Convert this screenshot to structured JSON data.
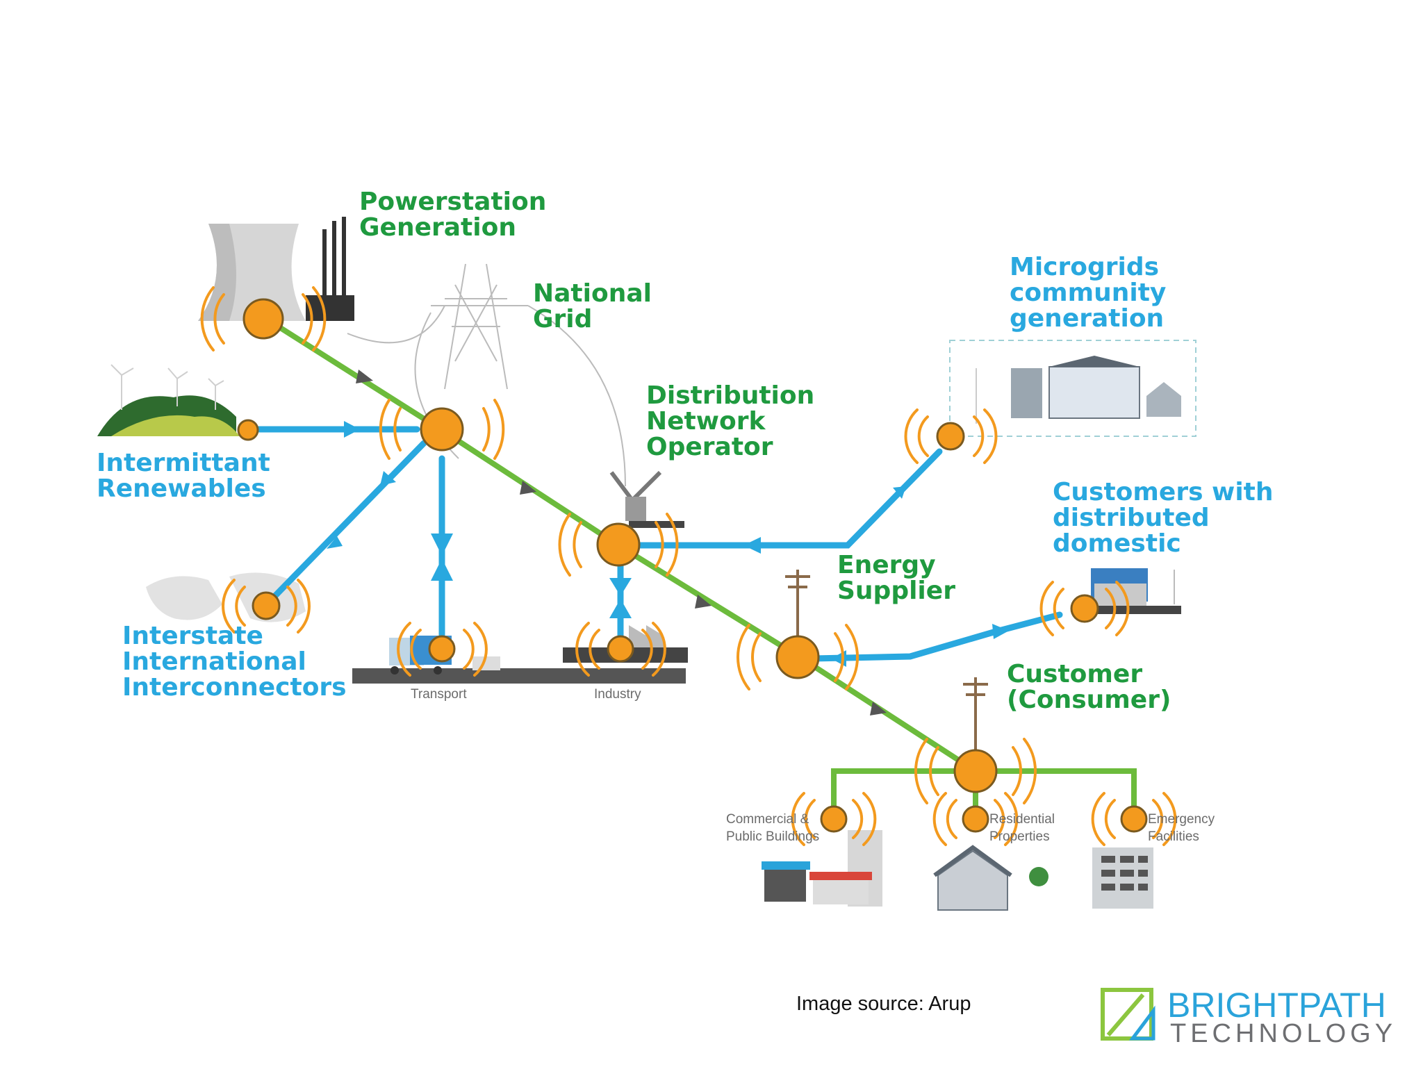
{
  "labels": {
    "powerstation": [
      "Powerstation",
      "Generation"
    ],
    "national_grid": [
      "National",
      "Grid"
    ],
    "distribution": [
      "Distribution",
      "Network",
      "Operator"
    ],
    "microgrids": [
      "Microgrids",
      "community",
      "generation"
    ],
    "intermittant": [
      "Intermittant",
      "Renewables"
    ],
    "interstate": [
      "Interstate",
      "International",
      "Interconnectors"
    ],
    "energy_supplier": [
      "Energy",
      "Supplier"
    ],
    "customers_distributed": [
      "Customers with",
      "distributed",
      "domestic"
    ],
    "customer_consumer": [
      "Customer",
      "(Consumer)"
    ]
  },
  "small_labels": {
    "transport": "Transport",
    "industry": "Industry",
    "commercial": [
      "Commercial &",
      "Public Buildings"
    ],
    "residential": [
      "Residential",
      "Properties"
    ],
    "emergency": [
      "Emergency",
      "Facilities"
    ]
  },
  "caption": "Image source:  Arup",
  "logo": {
    "top": "BRIGHTPATH",
    "bottom": "TECHNOLOGY"
  },
  "colors": {
    "green": "#1f9a3f",
    "green_line": "#6cbb3c",
    "blue": "#29a8df",
    "node": "#f39a1e",
    "ring": "#f39a1e",
    "logo_green": "#8cc63f",
    "logo_blue": "#2aa3da",
    "logo_gray": "#6d6e71"
  }
}
